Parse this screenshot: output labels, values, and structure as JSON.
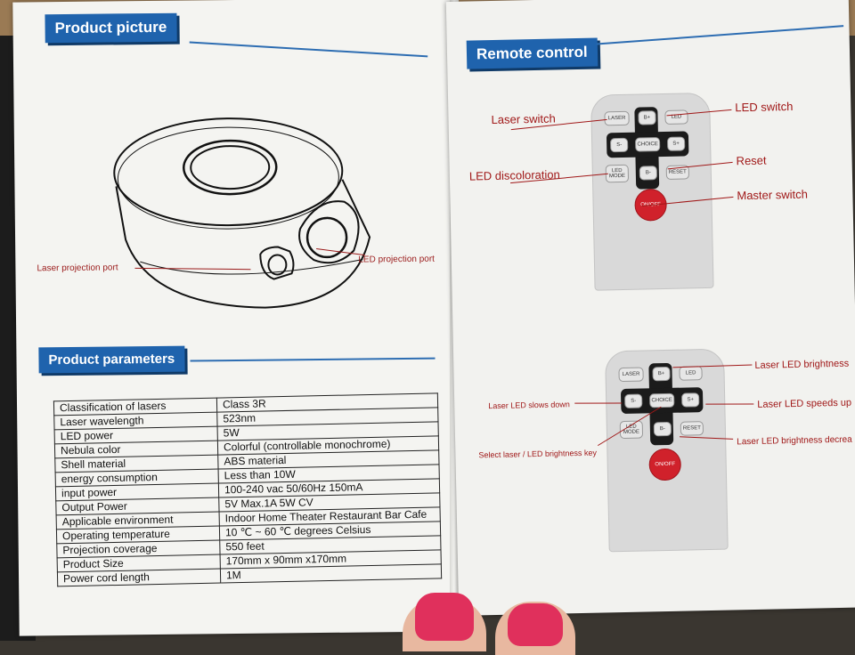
{
  "left_page": {
    "product_picture": {
      "heading": "Product picture",
      "laser_port_label": "Laser projection port",
      "led_port_label": "LED projection port"
    },
    "product_parameters": {
      "heading": "Product parameters",
      "rows": [
        {
          "key": "Classification of lasers",
          "value": "Class 3R"
        },
        {
          "key": "Laser wavelength",
          "value": "523nm"
        },
        {
          "key": "LED power",
          "value": "5W"
        },
        {
          "key": "Nebula color",
          "value": "Colorful (controllable monochrome)"
        },
        {
          "key": "Shell material",
          "value": "ABS material"
        },
        {
          "key": "energy consumption",
          "value": "Less than 10W"
        },
        {
          "key": "input power",
          "value": "100-240 vac 50/60Hz 150mA"
        },
        {
          "key": "Output Power",
          "value": "5V Max.1A 5W CV"
        },
        {
          "key": "Applicable environment",
          "value": "Indoor Home Theater Restaurant Bar Cafe"
        },
        {
          "key": "Operating temperature",
          "value": "10 ℃ ~ 60 ℃ degrees Celsius"
        },
        {
          "key": "Projection coverage",
          "value": "550 feet"
        },
        {
          "key": "Product Size",
          "value": "170mm x 90mm x170mm"
        },
        {
          "key": "Power cord length",
          "value": "1M"
        }
      ]
    }
  },
  "right_page": {
    "heading": "Remote control",
    "remote_top": {
      "labels": {
        "laser_switch": "Laser switch",
        "led_switch": "LED switch",
        "led_discoloration": "LED discoloration",
        "reset": "Reset",
        "master_switch": "Master switch"
      },
      "buttons": {
        "laser": "LASER",
        "b_plus": "B+",
        "led": "LED",
        "s_minus": "S-",
        "choice": "CHOICE",
        "s_plus": "S+",
        "led_mode": "LED MODE",
        "b_minus": "B-",
        "reset": "RESET",
        "on_off": "ON/OFF"
      }
    },
    "remote_bottom": {
      "labels": {
        "laser_led_brightness": "Laser LED brightness",
        "laser_led_slows_down": "Laser LED slows down",
        "laser_led_speeds_up": "Laser LED speeds up",
        "select_key": "Select laser / LED brightness key",
        "brightness_decrease": "Laser LED brightness decrea"
      },
      "buttons": {
        "laser": "LASER",
        "b_plus": "B+",
        "led": "LED",
        "s_minus": "S-",
        "choice": "CHOICE",
        "s_plus": "S+",
        "led_mode": "LED MODE",
        "b_minus": "B-",
        "reset": "RESET",
        "on_off": "ON/OFF"
      }
    }
  },
  "colors": {
    "heading_blue": "#1f63ad",
    "callout_red": "#a01818",
    "nail_pink": "#e0305c"
  }
}
